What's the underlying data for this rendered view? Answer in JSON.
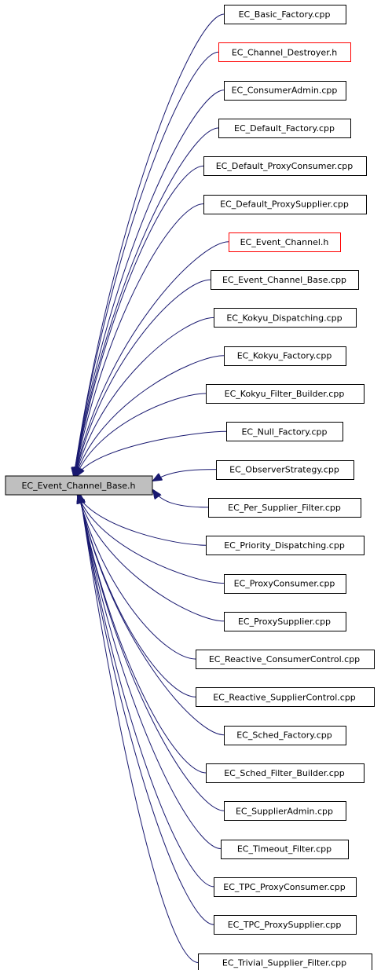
{
  "root": {
    "label": "EC_Event_Channel_Base.h"
  },
  "colors": {
    "edge": "#191970",
    "node_border": "#000000",
    "highlight_border": "#ff0000",
    "root_fill": "#bfbfbf",
    "node_fill": "#ffffff"
  },
  "nodes": [
    {
      "label": "EC_Basic_Factory.cpp",
      "highlight": false
    },
    {
      "label": "EC_Channel_Destroyer.h",
      "highlight": true
    },
    {
      "label": "EC_ConsumerAdmin.cpp",
      "highlight": false
    },
    {
      "label": "EC_Default_Factory.cpp",
      "highlight": false
    },
    {
      "label": "EC_Default_ProxyConsumer.cpp",
      "highlight": false
    },
    {
      "label": "EC_Default_ProxySupplier.cpp",
      "highlight": false
    },
    {
      "label": "EC_Event_Channel.h",
      "highlight": true
    },
    {
      "label": "EC_Event_Channel_Base.cpp",
      "highlight": false
    },
    {
      "label": "EC_Kokyu_Dispatching.cpp",
      "highlight": false
    },
    {
      "label": "EC_Kokyu_Factory.cpp",
      "highlight": false
    },
    {
      "label": "EC_Kokyu_Filter_Builder.cpp",
      "highlight": false
    },
    {
      "label": "EC_Null_Factory.cpp",
      "highlight": false
    },
    {
      "label": "EC_ObserverStrategy.cpp",
      "highlight": false
    },
    {
      "label": "EC_Per_Supplier_Filter.cpp",
      "highlight": false
    },
    {
      "label": "EC_Priority_Dispatching.cpp",
      "highlight": false
    },
    {
      "label": "EC_ProxyConsumer.cpp",
      "highlight": false
    },
    {
      "label": "EC_ProxySupplier.cpp",
      "highlight": false
    },
    {
      "label": "EC_Reactive_ConsumerControl.cpp",
      "highlight": false
    },
    {
      "label": "EC_Reactive_SupplierControl.cpp",
      "highlight": false
    },
    {
      "label": "EC_Sched_Factory.cpp",
      "highlight": false
    },
    {
      "label": "EC_Sched_Filter_Builder.cpp",
      "highlight": false
    },
    {
      "label": "EC_SupplierAdmin.cpp",
      "highlight": false
    },
    {
      "label": "EC_Timeout_Filter.cpp",
      "highlight": false
    },
    {
      "label": "EC_TPC_ProxyConsumer.cpp",
      "highlight": false
    },
    {
      "label": "EC_TPC_ProxySupplier.cpp",
      "highlight": false
    },
    {
      "label": "EC_Trivial_Supplier_Filter.cpp",
      "highlight": false
    }
  ]
}
